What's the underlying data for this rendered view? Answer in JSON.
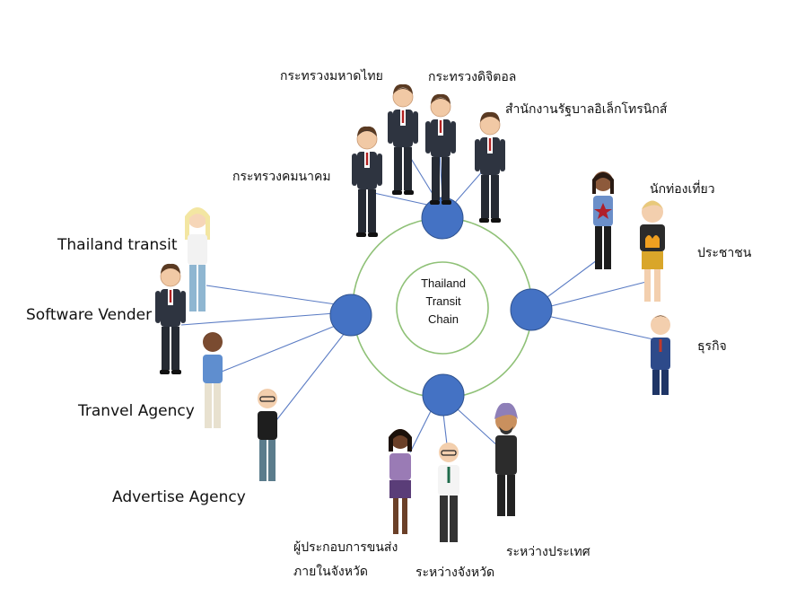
{
  "center": {
    "lines": [
      "Thailand",
      "Transit",
      "Chain"
    ]
  },
  "colors": {
    "ring": "#8fc177",
    "node": "#4472c4",
    "node_stroke": "#2f528f",
    "edge": "#5b7cc4"
  },
  "groups": {
    "government": {
      "icon": "government-node",
      "members": [
        {
          "label": "กระทรวงมหาดไทย"
        },
        {
          "label": "กระทรวงดิจิตอล"
        },
        {
          "label": "สำนักงานรัฐบาลอิเล็กโทรนิกส์"
        },
        {
          "label": "กระทรวงคมนาคม"
        }
      ]
    },
    "public": {
      "icon": "public-node",
      "members": [
        {
          "label": "นักท่องเที่ยว"
        },
        {
          "label": "ประชาชน"
        },
        {
          "label": "ธุรกิจ"
        }
      ]
    },
    "private": {
      "icon": "private-node",
      "members": [
        {
          "label": "Thailand transit"
        },
        {
          "label": "Software Vender"
        },
        {
          "label": "Tranvel Agency"
        },
        {
          "label": "Advertise Agency"
        }
      ]
    },
    "operators": {
      "icon": "operators-node",
      "members": [
        {
          "label_lines": [
            "ผู้ประกอบการขนส่ง",
            "ภายในจังหวัด"
          ]
        },
        {
          "label": "ระหว่างจังหวัด"
        },
        {
          "label": "ระหว่างประเทศ"
        }
      ]
    }
  }
}
